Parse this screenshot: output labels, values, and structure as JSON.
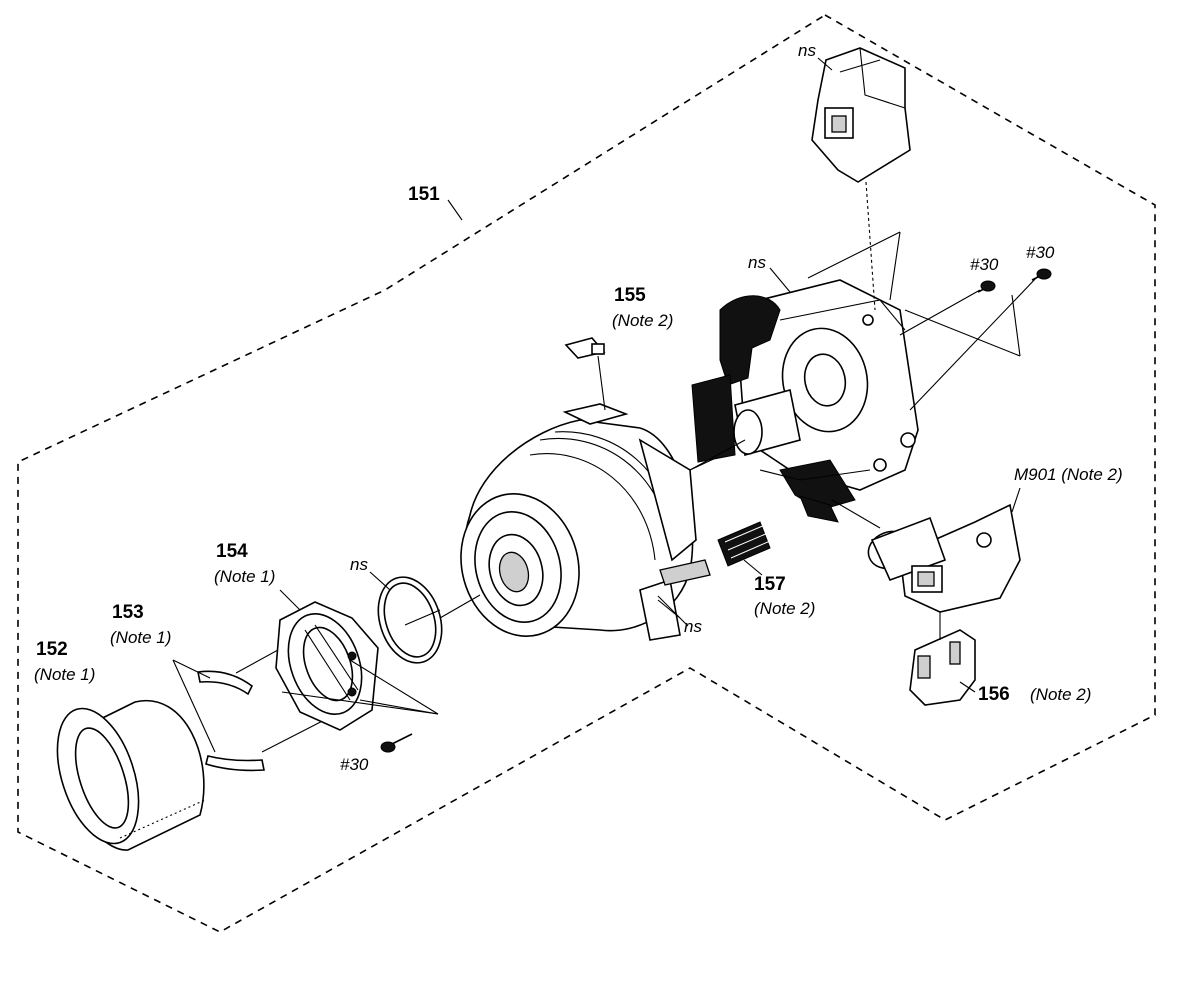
{
  "callouts": {
    "p151": "151",
    "p152": "152",
    "p152_note": "(Note 1)",
    "p153": "153",
    "p153_note": "(Note 1)",
    "p154": "154",
    "p154_note": "(Note 1)",
    "p155": "155",
    "p155_note": "(Note 2)",
    "p156": "156",
    "p156_note": "(Note 2)",
    "p157": "157",
    "p157_note": "(Note 2)",
    "m901": "M901 (Note 2)",
    "ns_top": "ns",
    "ns_block": "ns",
    "ns_ring": "ns",
    "ns_lens": "ns",
    "screw_1": "#30",
    "screw_2": "#30",
    "screw_3": "#30"
  }
}
